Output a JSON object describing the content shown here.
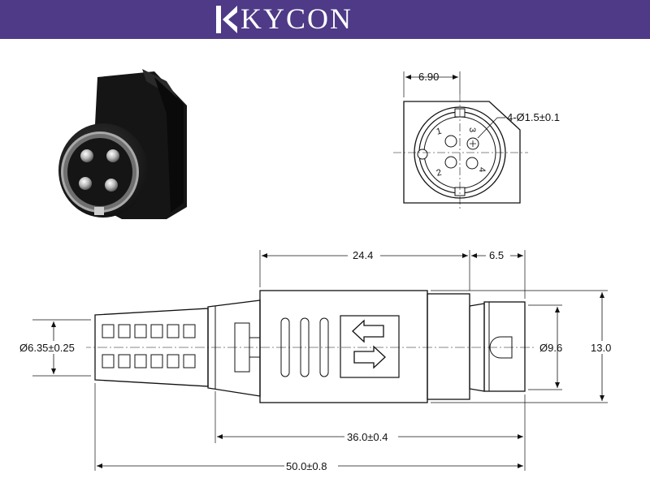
{
  "header": {
    "brand": "KYCON",
    "brand_color": "#4e3a86",
    "logo_icon": "kycon-k-mark-icon"
  },
  "front_view": {
    "width_dim": "6.90",
    "hole_callout": "4-Ø1.5±0.1",
    "pins": [
      "1",
      "2",
      "3",
      "4"
    ]
  },
  "side_view": {
    "body_length": "24.4",
    "shell_length": "6.5",
    "cable_diameter": "Ø6.35±0.25",
    "shell_diameter": "Ø9.6",
    "overall_height": "13.0",
    "mid_length": "36.0±0.4",
    "total_length": "50.0±0.8",
    "arrows_icon": "bidirectional-arrows-icon"
  },
  "photo": {
    "subject_icon": "mini-din-plug-photo-icon"
  }
}
